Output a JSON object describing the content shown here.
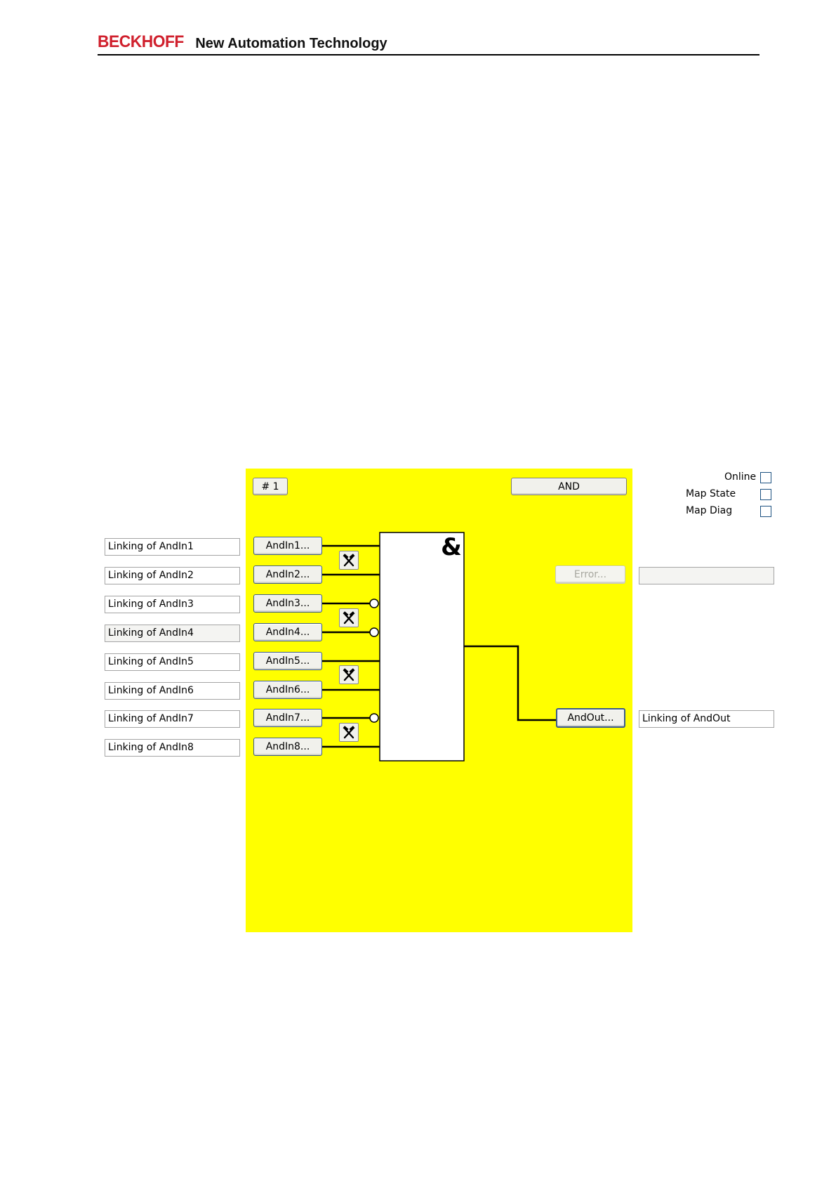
{
  "header": {
    "brand": "BECKHOFF",
    "tagline": "New Automation Technology"
  },
  "block": {
    "number_label": "# 1",
    "type_label": "AND",
    "symbol": "&",
    "error_button": "Error...",
    "error_value": "",
    "output_button": "AndOut...",
    "output_linking": "Linking of AndOut"
  },
  "options": {
    "online": "Online",
    "map_state": "Map State",
    "map_diag": "Map Diag"
  },
  "inputs": [
    {
      "button": "AndIn1...",
      "linking": "Linking of AndIn1",
      "negated": false
    },
    {
      "button": "AndIn2...",
      "linking": "Linking of AndIn2",
      "negated": false
    },
    {
      "button": "AndIn3...",
      "linking": "Linking of AndIn3",
      "negated": true
    },
    {
      "button": "AndIn4...",
      "linking": "Linking of AndIn4",
      "negated": true
    },
    {
      "button": "AndIn5...",
      "linking": "Linking of AndIn5",
      "negated": false
    },
    {
      "button": "AndIn6...",
      "linking": "Linking of AndIn6",
      "negated": false
    },
    {
      "button": "AndIn7...",
      "linking": "Linking of AndIn7",
      "negated": true
    },
    {
      "button": "AndIn8...",
      "linking": "Linking of AndIn8",
      "negated": false
    }
  ],
  "colors": {
    "brand": "#d0202d",
    "panel": "#ffff00"
  },
  "icons": {
    "settings_tool": "hammer-wrench-icon"
  }
}
